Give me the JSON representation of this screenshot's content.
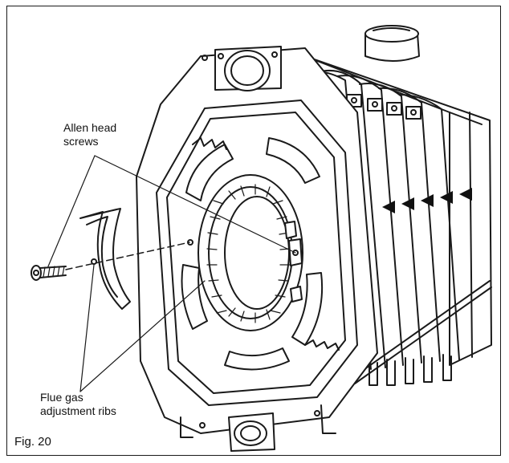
{
  "figure": {
    "caption": "Fig. 20",
    "callouts": {
      "screws": [
        "Allen head",
        "screws"
      ],
      "ribs": [
        "Flue gas",
        "adjustment ribs"
      ]
    }
  },
  "colors": {
    "ink": "#111111",
    "paper": "#ffffff"
  }
}
